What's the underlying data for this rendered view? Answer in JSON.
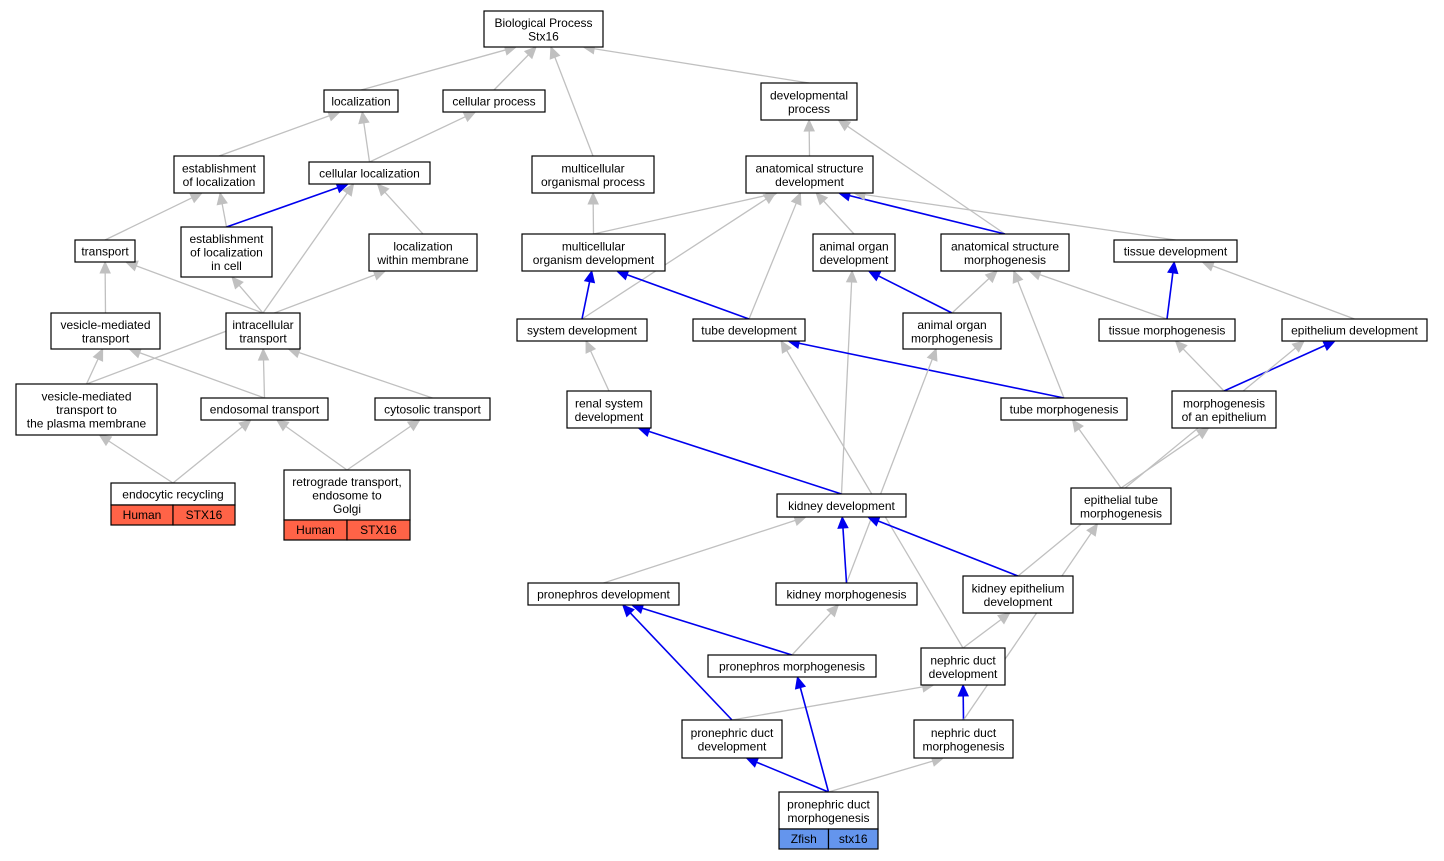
{
  "colors": {
    "edge_is_a": "#c0c0c0",
    "edge_part_of": "#0000ee",
    "human_cell": "#ff6347",
    "zfish_cell": "#6495ed",
    "node_border": "#000000",
    "background": "#ffffff"
  },
  "nodes": [
    {
      "id": "bp",
      "lines": [
        "Biological Process",
        "Stx16"
      ]
    },
    {
      "id": "localization",
      "lines": [
        "localization"
      ]
    },
    {
      "id": "cellular_process",
      "lines": [
        "cellular process"
      ]
    },
    {
      "id": "developmental_process",
      "lines": [
        "developmental",
        "process"
      ]
    },
    {
      "id": "establishment_of_localization",
      "lines": [
        "establishment",
        "of localization"
      ]
    },
    {
      "id": "cellular_localization",
      "lines": [
        "cellular localization"
      ]
    },
    {
      "id": "multicellular_organismal_process",
      "lines": [
        "multicellular",
        "organismal process"
      ]
    },
    {
      "id": "anatomical_structure_development",
      "lines": [
        "anatomical structure",
        "development"
      ]
    },
    {
      "id": "transport",
      "lines": [
        "transport"
      ]
    },
    {
      "id": "establishment_of_localization_in_cell",
      "lines": [
        "establishment",
        "of localization",
        "in cell"
      ]
    },
    {
      "id": "localization_within_membrane",
      "lines": [
        "localization",
        "within membrane"
      ]
    },
    {
      "id": "multicellular_organism_development",
      "lines": [
        "multicellular",
        "organism development"
      ]
    },
    {
      "id": "animal_organ_development",
      "lines": [
        "animal organ",
        "development"
      ]
    },
    {
      "id": "anatomical_structure_morphogenesis",
      "lines": [
        "anatomical structure",
        "morphogenesis"
      ]
    },
    {
      "id": "tissue_development",
      "lines": [
        "tissue development"
      ]
    },
    {
      "id": "vesicle_mediated_transport",
      "lines": [
        "vesicle-mediated",
        "transport"
      ]
    },
    {
      "id": "intracellular_transport",
      "lines": [
        "intracellular",
        "transport"
      ]
    },
    {
      "id": "system_development",
      "lines": [
        "system development"
      ]
    },
    {
      "id": "tube_development",
      "lines": [
        "tube development"
      ]
    },
    {
      "id": "animal_organ_morphogenesis",
      "lines": [
        "animal organ",
        "morphogenesis"
      ]
    },
    {
      "id": "tissue_morphogenesis",
      "lines": [
        "tissue morphogenesis"
      ]
    },
    {
      "id": "epithelium_development",
      "lines": [
        "epithelium development"
      ]
    },
    {
      "id": "vesicle_mediated_transport_to_pm",
      "lines": [
        "vesicle-mediated",
        "transport to",
        "the plasma membrane"
      ]
    },
    {
      "id": "endosomal_transport",
      "lines": [
        "endosomal transport"
      ]
    },
    {
      "id": "cytosolic_transport",
      "lines": [
        "cytosolic transport"
      ]
    },
    {
      "id": "renal_system_development",
      "lines": [
        "renal system",
        "development"
      ]
    },
    {
      "id": "tube_morphogenesis",
      "lines": [
        "tube morphogenesis"
      ]
    },
    {
      "id": "morphogenesis_of_an_epithelium",
      "lines": [
        "morphogenesis",
        "of an epithelium"
      ]
    },
    {
      "id": "endocytic_recycling",
      "lines": [
        "endocytic recycling"
      ],
      "annotation": {
        "species": "Human",
        "gene": "STX16"
      }
    },
    {
      "id": "retrograde_transport",
      "lines": [
        "retrograde transport,",
        "endosome to",
        "Golgi"
      ],
      "annotation": {
        "species": "Human",
        "gene": "STX16"
      }
    },
    {
      "id": "kidney_development",
      "lines": [
        "kidney development"
      ]
    },
    {
      "id": "epithelial_tube_morphogenesis",
      "lines": [
        "epithelial tube",
        "morphogenesis"
      ]
    },
    {
      "id": "pronephros_development",
      "lines": [
        "pronephros development"
      ]
    },
    {
      "id": "kidney_morphogenesis",
      "lines": [
        "kidney morphogenesis"
      ]
    },
    {
      "id": "kidney_epithelium_development",
      "lines": [
        "kidney epithelium",
        "development"
      ]
    },
    {
      "id": "pronephros_morphogenesis",
      "lines": [
        "pronephros morphogenesis"
      ]
    },
    {
      "id": "nephric_duct_development",
      "lines": [
        "nephric duct",
        "development"
      ]
    },
    {
      "id": "pronephric_duct_development",
      "lines": [
        "pronephric duct",
        "development"
      ]
    },
    {
      "id": "nephric_duct_morphogenesis",
      "lines": [
        "nephric duct",
        "morphogenesis"
      ]
    },
    {
      "id": "pronephric_duct_morphogenesis",
      "lines": [
        "pronephric duct",
        "morphogenesis"
      ],
      "annotation": {
        "species": "Zfish",
        "gene": "stx16"
      }
    }
  ],
  "edges": [
    {
      "from": "localization",
      "to": "bp",
      "type": "is_a"
    },
    {
      "from": "cellular_process",
      "to": "bp",
      "type": "is_a"
    },
    {
      "from": "multicellular_organismal_process",
      "to": "bp",
      "type": "is_a"
    },
    {
      "from": "developmental_process",
      "to": "bp",
      "type": "is_a"
    },
    {
      "from": "establishment_of_localization",
      "to": "localization",
      "type": "is_a"
    },
    {
      "from": "cellular_localization",
      "to": "localization",
      "type": "is_a"
    },
    {
      "from": "cellular_localization",
      "to": "cellular_process",
      "type": "is_a"
    },
    {
      "from": "anatomical_structure_development",
      "to": "developmental_process",
      "type": "is_a"
    },
    {
      "from": "anatomical_structure_morphogenesis",
      "to": "developmental_process",
      "type": "is_a"
    },
    {
      "from": "transport",
      "to": "establishment_of_localization",
      "type": "is_a"
    },
    {
      "from": "establishment_of_localization_in_cell",
      "to": "establishment_of_localization",
      "type": "is_a"
    },
    {
      "from": "establishment_of_localization_in_cell",
      "to": "cellular_localization",
      "type": "part_of"
    },
    {
      "from": "localization_within_membrane",
      "to": "cellular_localization",
      "type": "is_a"
    },
    {
      "from": "intracellular_transport",
      "to": "cellular_localization",
      "type": "is_a"
    },
    {
      "from": "multicellular_organism_development",
      "to": "multicellular_organismal_process",
      "type": "is_a"
    },
    {
      "from": "multicellular_organism_development",
      "to": "anatomical_structure_development",
      "type": "is_a"
    },
    {
      "from": "system_development",
      "to": "anatomical_structure_development",
      "type": "is_a"
    },
    {
      "from": "tube_development",
      "to": "anatomical_structure_development",
      "type": "is_a"
    },
    {
      "from": "animal_organ_development",
      "to": "anatomical_structure_development",
      "type": "is_a"
    },
    {
      "from": "anatomical_structure_morphogenesis",
      "to": "anatomical_structure_development",
      "type": "part_of"
    },
    {
      "from": "tissue_development",
      "to": "anatomical_structure_development",
      "type": "is_a"
    },
    {
      "from": "vesicle_mediated_transport",
      "to": "transport",
      "type": "is_a"
    },
    {
      "from": "intracellular_transport",
      "to": "transport",
      "type": "is_a"
    },
    {
      "from": "intracellular_transport",
      "to": "establishment_of_localization_in_cell",
      "type": "is_a"
    },
    {
      "from": "vesicle_mediated_transport_to_pm",
      "to": "localization_within_membrane",
      "type": "is_a"
    },
    {
      "from": "system_development",
      "to": "multicellular_organism_development",
      "type": "part_of"
    },
    {
      "from": "tube_development",
      "to": "multicellular_organism_development",
      "type": "part_of"
    },
    {
      "from": "animal_organ_morphogenesis",
      "to": "animal_organ_development",
      "type": "part_of"
    },
    {
      "from": "kidney_development",
      "to": "animal_organ_development",
      "type": "is_a"
    },
    {
      "from": "animal_organ_morphogenesis",
      "to": "anatomical_structure_morphogenesis",
      "type": "is_a"
    },
    {
      "from": "tube_morphogenesis",
      "to": "anatomical_structure_morphogenesis",
      "type": "is_a"
    },
    {
      "from": "tissue_morphogenesis",
      "to": "anatomical_structure_morphogenesis",
      "type": "is_a"
    },
    {
      "from": "tissue_morphogenesis",
      "to": "tissue_development",
      "type": "part_of"
    },
    {
      "from": "epithelium_development",
      "to": "tissue_development",
      "type": "is_a"
    },
    {
      "from": "vesicle_mediated_transport_to_pm",
      "to": "vesicle_mediated_transport",
      "type": "is_a"
    },
    {
      "from": "endosomal_transport",
      "to": "vesicle_mediated_transport",
      "type": "is_a"
    },
    {
      "from": "endosomal_transport",
      "to": "intracellular_transport",
      "type": "is_a"
    },
    {
      "from": "cytosolic_transport",
      "to": "intracellular_transport",
      "type": "is_a"
    },
    {
      "from": "renal_system_development",
      "to": "system_development",
      "type": "is_a"
    },
    {
      "from": "tube_morphogenesis",
      "to": "tube_development",
      "type": "part_of"
    },
    {
      "from": "nephric_duct_development",
      "to": "tube_development",
      "type": "is_a"
    },
    {
      "from": "kidney_morphogenesis",
      "to": "animal_organ_morphogenesis",
      "type": "is_a"
    },
    {
      "from": "morphogenesis_of_an_epithelium",
      "to": "tissue_morphogenesis",
      "type": "is_a"
    },
    {
      "from": "morphogenesis_of_an_epithelium",
      "to": "epithelium_development",
      "type": "part_of"
    },
    {
      "from": "kidney_epithelium_development",
      "to": "epithelium_development",
      "type": "is_a"
    },
    {
      "from": "endocytic_recycling",
      "to": "vesicle_mediated_transport_to_pm",
      "type": "is_a"
    },
    {
      "from": "endocytic_recycling",
      "to": "endosomal_transport",
      "type": "is_a"
    },
    {
      "from": "retrograde_transport",
      "to": "endosomal_transport",
      "type": "is_a"
    },
    {
      "from": "retrograde_transport",
      "to": "cytosolic_transport",
      "type": "is_a"
    },
    {
      "from": "kidney_development",
      "to": "renal_system_development",
      "type": "part_of"
    },
    {
      "from": "epithelial_tube_morphogenesis",
      "to": "tube_morphogenesis",
      "type": "is_a"
    },
    {
      "from": "epithelial_tube_morphogenesis",
      "to": "morphogenesis_of_an_epithelium",
      "type": "is_a"
    },
    {
      "from": "pronephros_development",
      "to": "kidney_development",
      "type": "is_a"
    },
    {
      "from": "kidney_morphogenesis",
      "to": "kidney_development",
      "type": "part_of"
    },
    {
      "from": "kidney_epithelium_development",
      "to": "kidney_development",
      "type": "part_of"
    },
    {
      "from": "pronephros_morphogenesis",
      "to": "kidney_morphogenesis",
      "type": "is_a"
    },
    {
      "from": "nephric_duct_development",
      "to": "kidney_epithelium_development",
      "type": "is_a"
    },
    {
      "from": "pronephros_morphogenesis",
      "to": "pronephros_development",
      "type": "part_of"
    },
    {
      "from": "pronephric_duct_development",
      "to": "pronephros_development",
      "type": "part_of"
    },
    {
      "from": "pronephric_duct_development",
      "to": "nephric_duct_development",
      "type": "is_a"
    },
    {
      "from": "nephric_duct_morphogenesis",
      "to": "nephric_duct_development",
      "type": "part_of"
    },
    {
      "from": "nephric_duct_morphogenesis",
      "to": "epithelial_tube_morphogenesis",
      "type": "is_a"
    },
    {
      "from": "pronephric_duct_morphogenesis",
      "to": "pronephric_duct_development",
      "type": "part_of"
    },
    {
      "from": "pronephric_duct_morphogenesis",
      "to": "pronephros_morphogenesis",
      "type": "part_of"
    },
    {
      "from": "pronephric_duct_morphogenesis",
      "to": "nephric_duct_morphogenesis",
      "type": "is_a"
    }
  ]
}
